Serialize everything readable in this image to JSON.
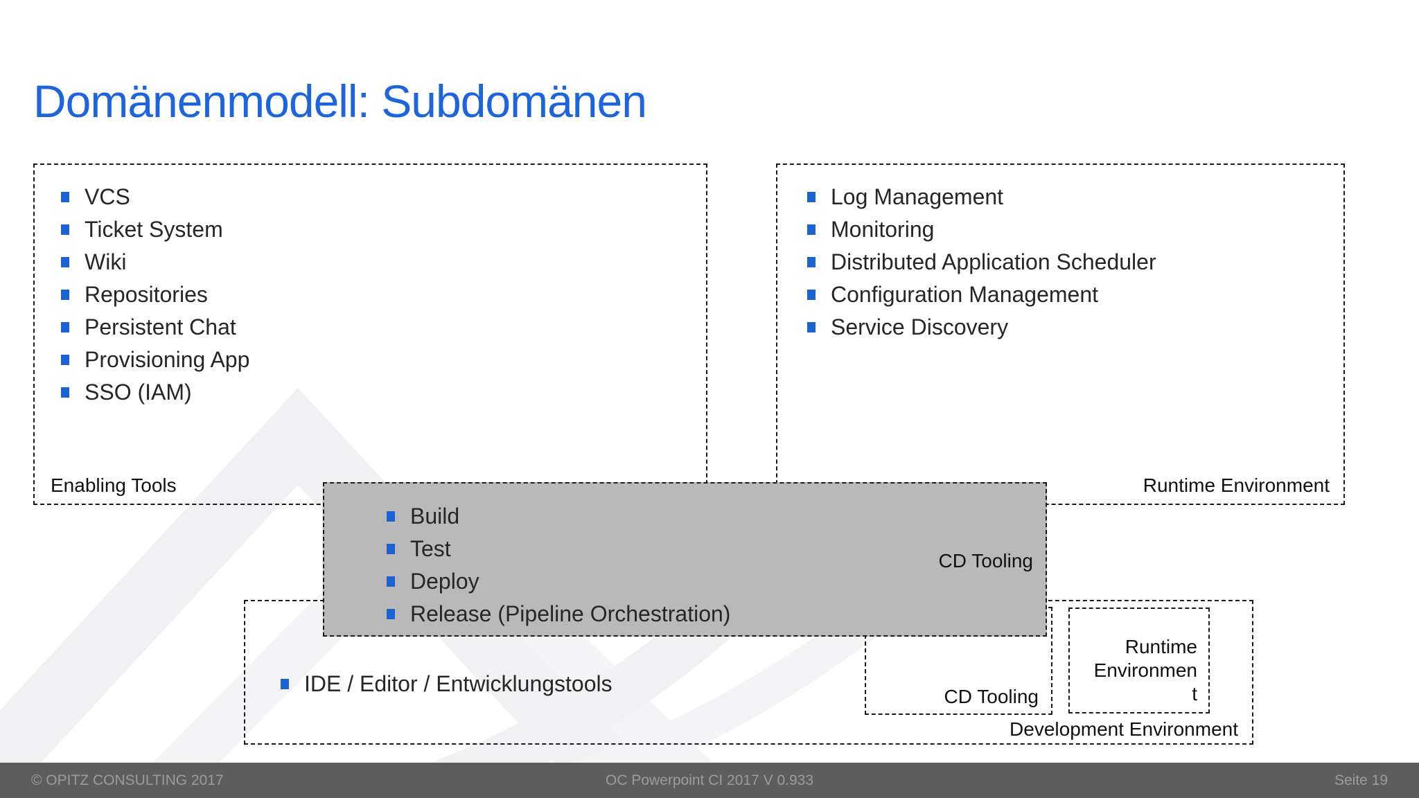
{
  "slide": {
    "title": "Domänenmodell: Subdomänen",
    "colors": {
      "title_blue": "#1e64dd",
      "bullet_blue": "#1b62d5",
      "cd_box_gray": "#b9b9b9",
      "border_black": "#1a1a1a",
      "footer_bg": "#5d5d5d",
      "footer_text": "#9c9c9c",
      "watermark_gray": "#f1f1f4"
    }
  },
  "boxes": {
    "enabling_tools": {
      "label": "Enabling Tools",
      "items": [
        "VCS",
        "Ticket System",
        "Wiki",
        "Repositories",
        "Persistent Chat",
        "Provisioning App",
        "SSO (IAM)"
      ]
    },
    "runtime_environment": {
      "label": "Runtime Environment",
      "items": [
        "Log Management",
        "Monitoring",
        "Distributed Application Scheduler",
        "Configuration Management",
        "Service Discovery"
      ]
    },
    "cd_tooling": {
      "label": "CD Tooling",
      "items": [
        "Build",
        "Test",
        "Deploy",
        "Release (Pipeline Orchestration)"
      ]
    },
    "development_environment": {
      "label": "Development Environment",
      "items": [
        "IDE / Editor / Entwicklungstools"
      ],
      "cd_tooling_inner": {
        "label": "CD Tooling"
      },
      "runtime_environment_inner": {
        "label_lines": [
          "Runtime",
          "Environmen",
          "t"
        ]
      }
    }
  },
  "footer": {
    "copyright": "© OPITZ CONSULTING 2017",
    "center": "OC Powerpoint CI 2017 V 0.933",
    "page": "Seite 19"
  }
}
